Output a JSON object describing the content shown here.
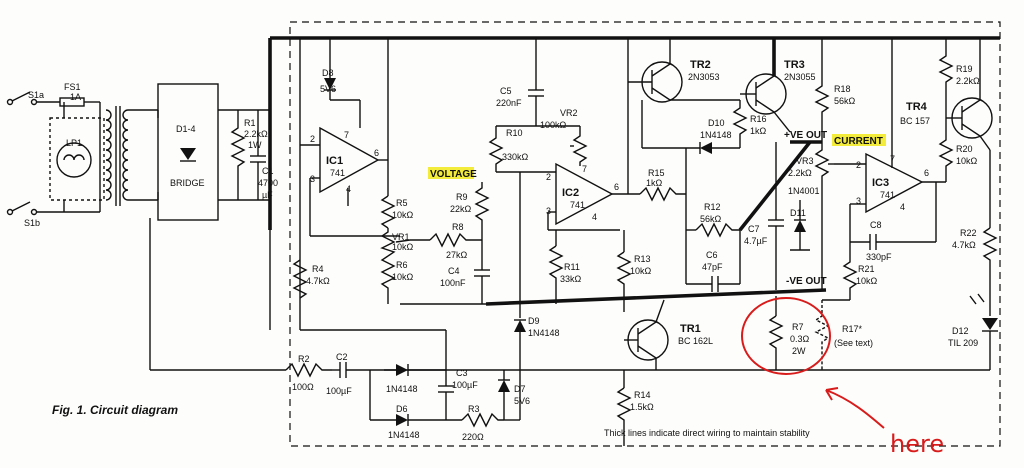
{
  "caption": "Fig. 1. Circuit diagram",
  "note": "Thick lines indicate direct wiring to maintain stability",
  "annotation": "here",
  "switches": {
    "s1a": "S1a",
    "s1b": "S1b"
  },
  "fuse": {
    "name": "FS1",
    "value": "1A"
  },
  "lamp": "LP1",
  "bridge": {
    "name": "D1-4",
    "label": "BRIDGE"
  },
  "r1": {
    "name": "R1",
    "v1": "2.2kΩ",
    "v2": "1W"
  },
  "c1": {
    "name": "C1",
    "v1": "4700",
    "v2": "µF"
  },
  "d8": {
    "name": "D8",
    "value": "5V6"
  },
  "ic1": {
    "name": "IC1",
    "value": "741"
  },
  "ic2": {
    "name": "IC2",
    "value": "741"
  },
  "ic3": {
    "name": "IC3",
    "value": "741"
  },
  "r4": {
    "name": "R4",
    "value": "4.7kΩ"
  },
  "r5": {
    "name": "R5",
    "value": "10kΩ"
  },
  "vr1": {
    "name": "VR1",
    "value": "10kΩ"
  },
  "r6": {
    "name": "R6",
    "value": "10kΩ"
  },
  "voltage_label": "VOLTAGE",
  "current_label": "CURRENT",
  "r9": {
    "name": "R9",
    "value": "22kΩ"
  },
  "r8": {
    "name": "R8",
    "value": "27kΩ"
  },
  "c4": {
    "name": "C4",
    "value": "100nF"
  },
  "c5": {
    "name": "C5",
    "value": "220nF"
  },
  "r10": {
    "name": "R10",
    "value": "330kΩ"
  },
  "vr2": {
    "name": "VR2",
    "value": "100kΩ"
  },
  "r11": {
    "name": "R11",
    "value": "33kΩ"
  },
  "d9": {
    "name": "D9",
    "value": "1N4148"
  },
  "r13": {
    "name": "R13",
    "value": "10kΩ"
  },
  "r14": {
    "name": "R14",
    "value": "1.5kΩ"
  },
  "tr1": {
    "name": "TR1",
    "value": "BC 162L"
  },
  "tr2": {
    "name": "TR2",
    "value": "2N3053"
  },
  "tr3": {
    "name": "TR3",
    "value": "2N3055"
  },
  "tr4": {
    "name": "TR4",
    "value": "BC 157"
  },
  "d10": {
    "name": "D10",
    "value": "1N4148"
  },
  "r16": {
    "name": "R16",
    "value": "1kΩ"
  },
  "r15": {
    "name": "R15",
    "value": "1kΩ"
  },
  "r12": {
    "name": "R12",
    "value": "56kΩ"
  },
  "c6": {
    "name": "C6",
    "value": "47pF"
  },
  "c7": {
    "name": "C7",
    "value": "4.7µF"
  },
  "d11": {
    "name": "D11",
    "value": "1N4001"
  },
  "r18": {
    "name": "R18",
    "value": "56kΩ"
  },
  "vr3": {
    "name": "VR3",
    "value": "2.2kΩ"
  },
  "ve_plus": "+VE OUT",
  "ve_minus": "-VE OUT",
  "r7": {
    "name": "R7",
    "v1": "0.3Ω",
    "v2": "2W"
  },
  "r17": {
    "name": "R17*",
    "value": "(See text)"
  },
  "c8": {
    "name": "C8",
    "value": "330pF"
  },
  "r21": {
    "name": "R21",
    "value": "10kΩ"
  },
  "r19": {
    "name": "R19",
    "value": "2.2kΩ"
  },
  "r20": {
    "name": "R20",
    "value": "10kΩ"
  },
  "r22": {
    "name": "R22",
    "value": "4.7kΩ"
  },
  "d12": {
    "name": "D12",
    "value": "TIL 209"
  },
  "r2": {
    "name": "R2",
    "value": "100Ω"
  },
  "c2": {
    "name": "C2",
    "value": "100µF"
  },
  "c3": {
    "name": "C3",
    "value": "100µF"
  },
  "d5": {
    "value": "1N4148"
  },
  "d6": {
    "name": "D6",
    "value": "1N4148"
  },
  "r3": {
    "name": "R3",
    "value": "220Ω"
  },
  "d7": {
    "name": "D7",
    "value": "5V6"
  },
  "colors": {
    "ink": "#111111",
    "highlight": "#f4ec3a",
    "annotation": "#d81b1b"
  }
}
